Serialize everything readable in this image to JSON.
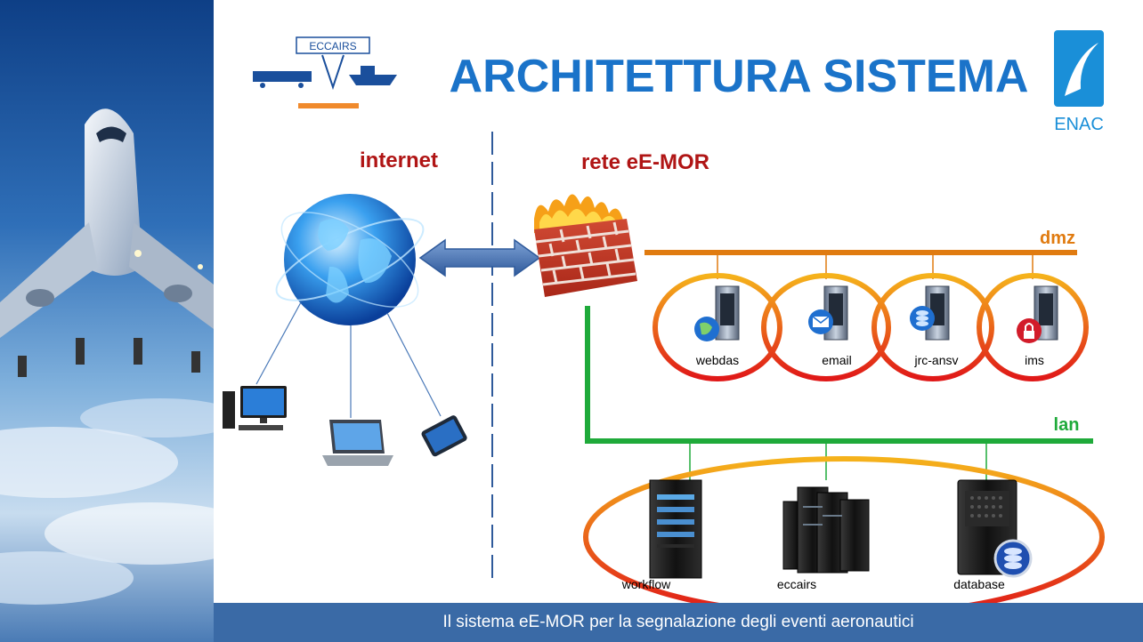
{
  "title": "ARCHITETTURA SISTEMA",
  "logos": {
    "eccairs_text": "ECCAIRS",
    "enac_text": "ENAC"
  },
  "zones": {
    "internet": "internet",
    "emor": "rete eE-MOR"
  },
  "networks": {
    "dmz": "dmz",
    "lan": "lan"
  },
  "dmz_servers": [
    "webdas",
    "email",
    "jrc-ansv",
    "ims"
  ],
  "lan_servers": [
    "workflow",
    "eccairs",
    "database"
  ],
  "footer": "Il sistema eE-MOR  per la segnalazione degli eventi aeronautici",
  "colors": {
    "title": "#1a73c9",
    "zone_label": "#b01515",
    "dmz_line": "#e07b10",
    "lan_line": "#1faa3a",
    "footer_bg": "#3a6aa6"
  },
  "icons": [
    "globe-icon",
    "firewall-icon",
    "desktop-icon",
    "laptop-icon",
    "tablet-icon",
    "server-icon"
  ]
}
